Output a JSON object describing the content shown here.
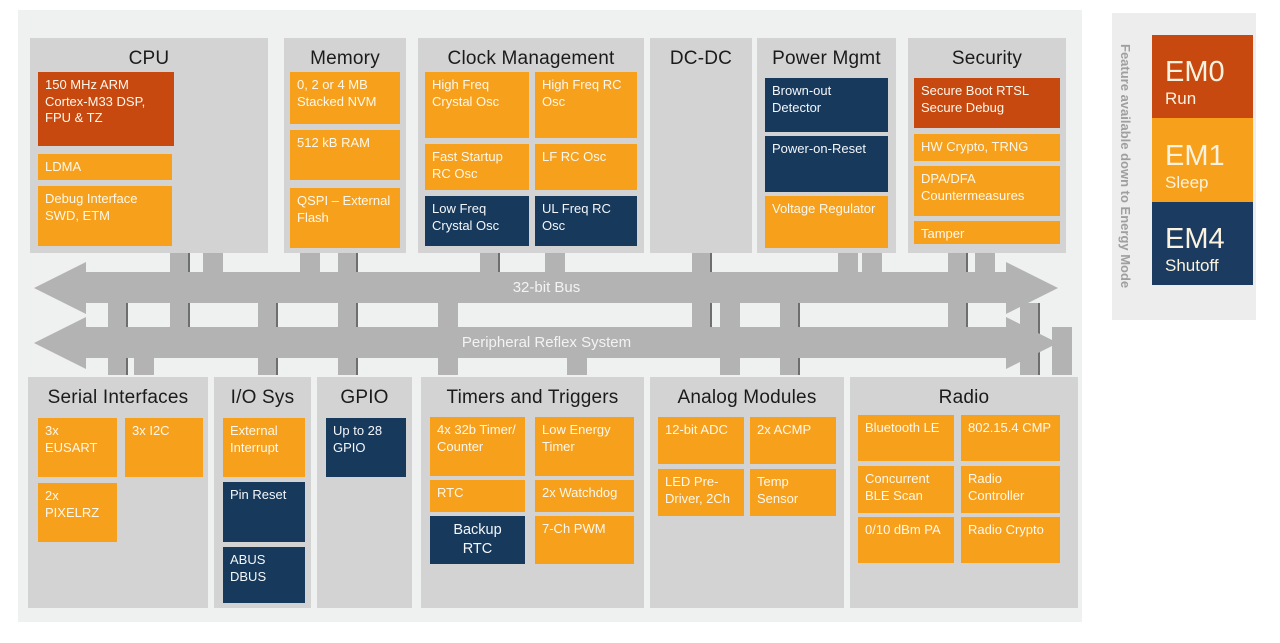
{
  "colors": {
    "orange": "#f6a01c",
    "burnt_orange": "#c8490f",
    "navy": "#17395c",
    "bus_gray": "#b2b3b2",
    "group_gray": "#d3d3d3",
    "diagram_background": "#eff0f0"
  },
  "buses": [
    {
      "label": "32-bit Bus"
    },
    {
      "label": "Peripheral Reflex System"
    }
  ],
  "top_groups": [
    {
      "title": "CPU",
      "blocks": [
        {
          "text": "150 MHz ARM Cortex-M33 DSP, FPU & TZ"
        },
        {
          "text": "LDMA"
        },
        {
          "text": "Debug Interface SWD, ETM"
        }
      ]
    },
    {
      "title": "Memory",
      "blocks": [
        {
          "text": "0, 2 or 4 MB Stacked NVM"
        },
        {
          "text": "512 kB RAM"
        },
        {
          "text": "QSPI – External Flash"
        }
      ]
    },
    {
      "title": "Clock Management",
      "blocks": [
        {
          "text": "High Freq Crystal Osc"
        },
        {
          "text": "High Freq RC Osc"
        },
        {
          "text": "Fast Startup RC Osc"
        },
        {
          "text": "LF RC Osc"
        },
        {
          "text": "Low Freq Crystal Osc"
        },
        {
          "text": "UL Freq RC Osc"
        }
      ]
    },
    {
      "title": "DC-DC",
      "blocks": []
    },
    {
      "title": "Power Mgmt",
      "blocks": [
        {
          "text": "Brown-out Detector"
        },
        {
          "text": "Power-on-Reset"
        },
        {
          "text": "Voltage Regulator"
        }
      ]
    },
    {
      "title": "Security",
      "blocks": [
        {
          "text": "Secure Boot RTSL Secure Debug"
        },
        {
          "text": "HW Crypto, TRNG"
        },
        {
          "text": "DPA/DFA Countermeasures"
        },
        {
          "text": "Tamper"
        }
      ]
    }
  ],
  "bottom_groups": [
    {
      "title": "Serial Interfaces",
      "blocks": [
        {
          "text": "3x EUSART"
        },
        {
          "text": "3x I2C"
        },
        {
          "text": "2x PIXELRZ"
        }
      ]
    },
    {
      "title": "I/O Sys",
      "blocks": [
        {
          "text": "External Interrupt"
        },
        {
          "text": "Pin Reset"
        },
        {
          "text": "ABUS DBUS"
        }
      ]
    },
    {
      "title": "GPIO",
      "blocks": [
        {
          "text": "Up to 28 GPIO"
        }
      ]
    },
    {
      "title": "Timers and Triggers",
      "blocks": [
        {
          "text": "4x 32b Timer/ Counter"
        },
        {
          "text": "Low Energy Timer"
        },
        {
          "text": "RTC"
        },
        {
          "text": "2x Watchdog"
        },
        {
          "text": "Backup RTC"
        },
        {
          "text": "7-Ch PWM"
        }
      ]
    },
    {
      "title": "Analog Modules",
      "blocks": [
        {
          "text": "12-bit ADC"
        },
        {
          "text": "2x ACMP"
        },
        {
          "text": "LED Pre-Driver, 2Ch"
        },
        {
          "text": "Temp Sensor"
        }
      ]
    },
    {
      "title": "Radio",
      "blocks": [
        {
          "text": "Bluetooth LE"
        },
        {
          "text": "802.15.4 CMP"
        },
        {
          "text": "Concurrent BLE Scan"
        },
        {
          "text": "Radio Controller"
        },
        {
          "text": "0/10 dBm PA"
        },
        {
          "text": "Radio Crypto"
        }
      ]
    }
  ],
  "legend": {
    "side_label": "Feature available down to Energy Mode",
    "modes": [
      {
        "name": "EM0",
        "state": "Run"
      },
      {
        "name": "EM1",
        "state": "Sleep"
      },
      {
        "name": "EM4",
        "state": "Shutoff"
      }
    ]
  }
}
